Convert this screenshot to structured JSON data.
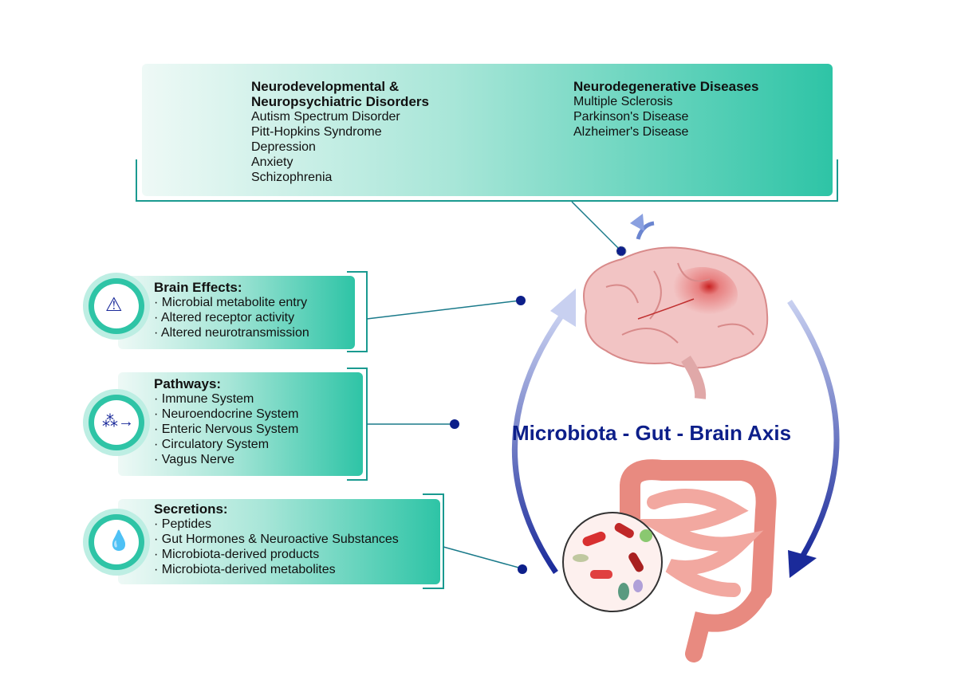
{
  "top": {
    "left": {
      "title_line1": "Neurodevelopmental &",
      "title_line2": "Neuropsychiatric Disorders",
      "items": [
        "Autism Spectrum Disorder",
        "Pitt-Hopkins Syndrome",
        "Depression",
        "Anxiety",
        "Schizophrenia"
      ]
    },
    "right": {
      "title": "Neurodegenerative Diseases",
      "items": [
        "Multiple Sclerosis",
        "Parkinson's Disease",
        "Alzheimer's Disease"
      ]
    }
  },
  "panels": [
    {
      "title": "Brain Effects:",
      "items": [
        "· Microbial metabolite entry",
        "· Altered receptor activity",
        "· Altered neurotransmission"
      ]
    },
    {
      "title": "Pathways:",
      "items": [
        "· Immune System",
        "· Neuroendocrine System",
        "· Enteric Nervous System",
        "· Circulatory System",
        "· Vagus Nerve"
      ]
    },
    {
      "title": "Secretions:",
      "items": [
        "· Peptides",
        "· Gut Hormones & Neuroactive Substances",
        "· Microbiota-derived products",
        "· Microbiota-derived metabolites"
      ]
    }
  ],
  "axis_title": "Microbiota - Gut - Brain Axis",
  "colors": {
    "teal": "#2ec4a6",
    "navy": "#0d1f8a",
    "line": "#1a8a8a"
  }
}
